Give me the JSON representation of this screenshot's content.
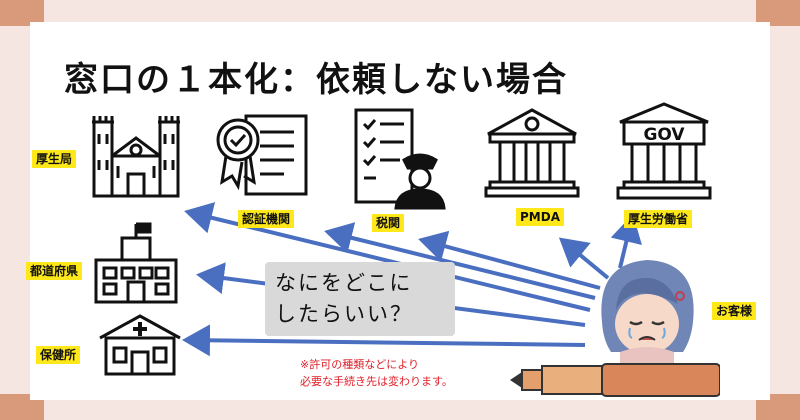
{
  "title": "窓口の１本化：依頼しない場合",
  "labels": {
    "kouseikyoku": "厚生局",
    "ninsho": "認証機関",
    "zeikan": "税関",
    "pmda": "PMDA",
    "mhlw": "厚生労働省",
    "todofuken": "都道府県",
    "hokenjo": "保健所",
    "customer": "お客様"
  },
  "gov_sign": "GOV",
  "bubble": {
    "line1": "なにをどこに",
    "line2": "したらいい？"
  },
  "note": {
    "line1": "※許可の種類などにより",
    "line2": "必要な手続き先は変わります。"
  },
  "colors": {
    "background": "#f6e6e1",
    "corner": "#d99a7c",
    "highlight": "#ffe81a",
    "arrow": "#4a6fc0",
    "note": "#e0202a",
    "bubble": "#d9d9d9"
  }
}
